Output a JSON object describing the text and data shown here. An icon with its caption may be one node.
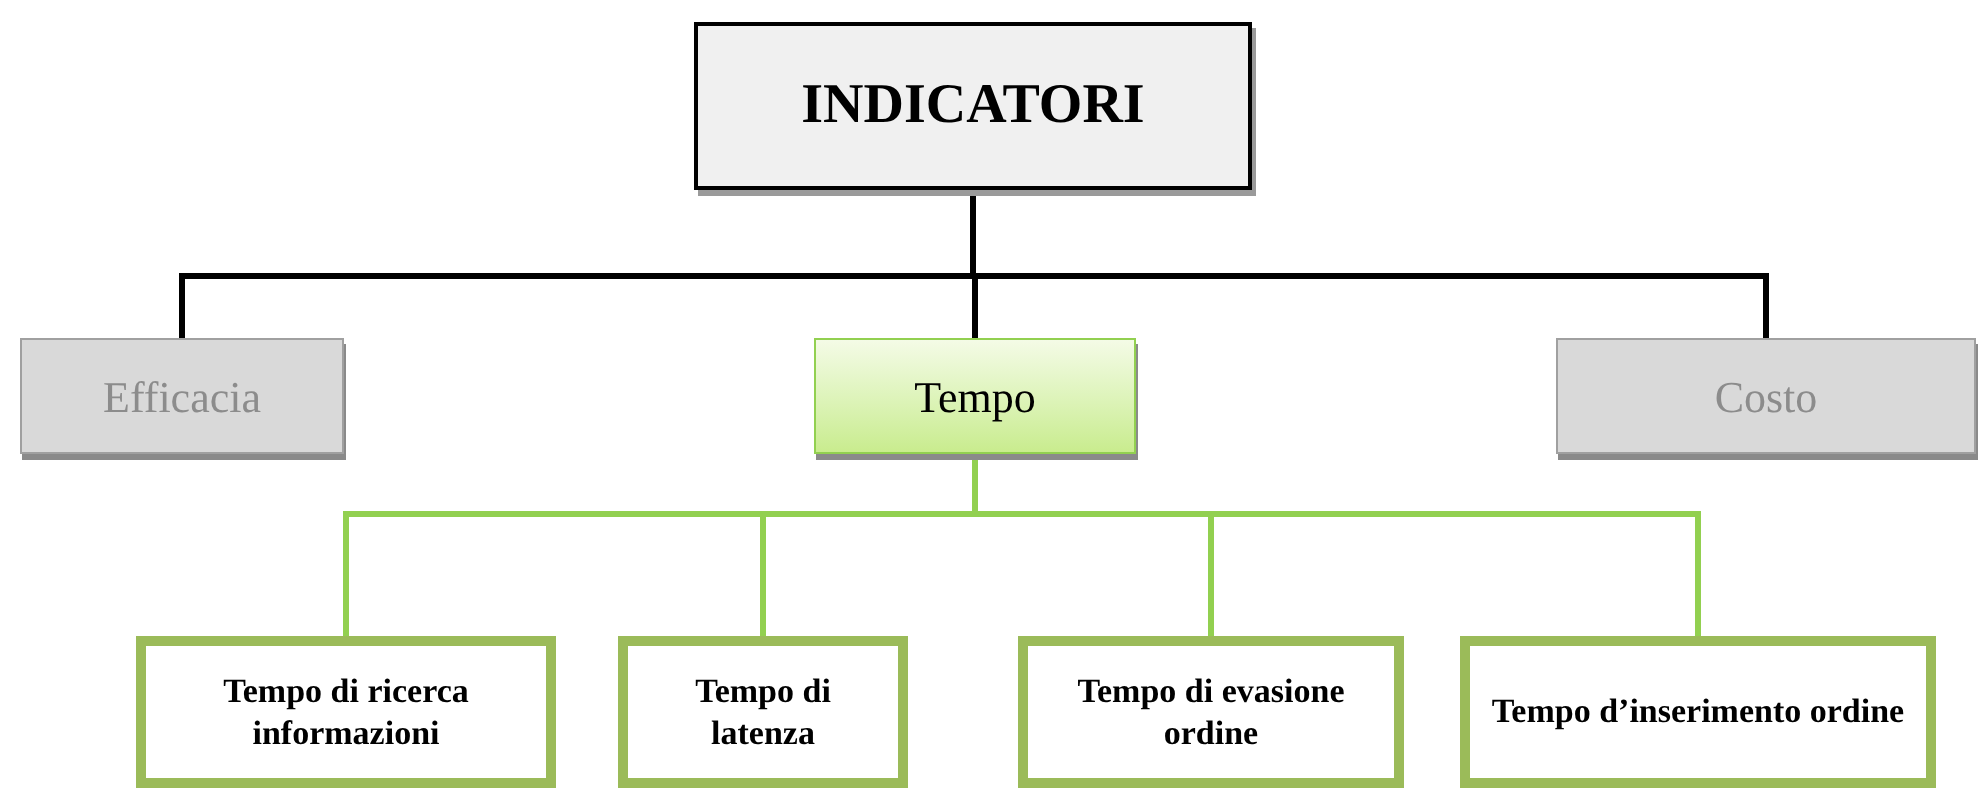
{
  "diagram": {
    "nodes": [
      {
        "text": [
          "INDICATORI"
        ]
      },
      {
        "text": [
          "Efficacia"
        ]
      },
      {
        "text": [
          "Tempo"
        ]
      },
      {
        "text": [
          "Costo"
        ]
      },
      {
        "text": [
          "Tempo di ricerca informazioni"
        ]
      },
      {
        "text": [
          "Tempo di latenza"
        ]
      },
      {
        "text": [
          "Tempo di evasione ordine"
        ]
      },
      {
        "text": [
          "Tempo d’inserimento ordine"
        ]
      }
    ],
    "edges": [
      {
        "from": 0,
        "to": 1,
        "arrow": "none",
        "color": "#000000"
      },
      {
        "from": 0,
        "to": 2,
        "arrow": "none",
        "color": "#000000"
      },
      {
        "from": 0,
        "to": 3,
        "arrow": "none",
        "color": "#000000"
      },
      {
        "from": 2,
        "to": 4,
        "arrow": "none"
      },
      {
        "from": 2,
        "to": 5,
        "arrow": "none"
      },
      {
        "from": 2,
        "to": 6,
        "arrow": "none"
      },
      {
        "from": 2,
        "to": 7,
        "arrow": "none"
      }
    ]
  }
}
